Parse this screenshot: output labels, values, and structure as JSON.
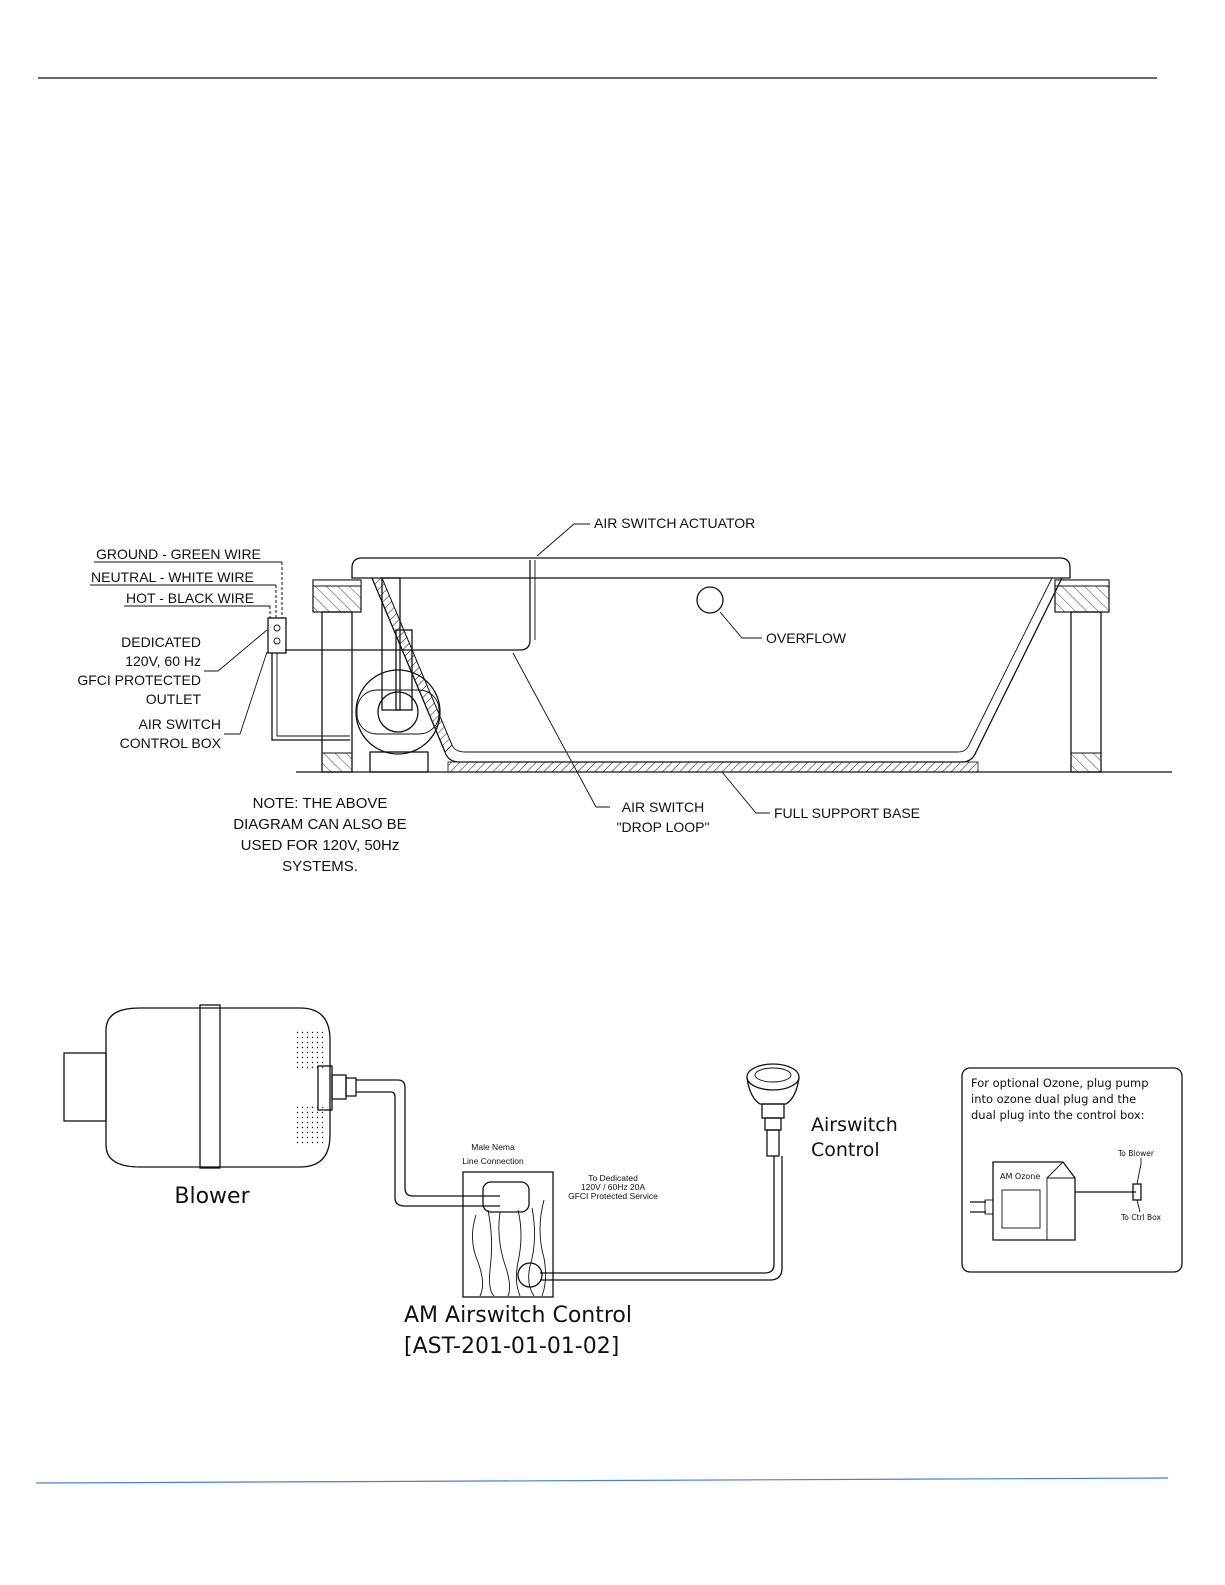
{
  "tub_diagram": {
    "labels": {
      "ground": "GROUND - GREEN WIRE",
      "neutral": "NEUTRAL - WHITE WIRE",
      "hot": "HOT - BLACK WIRE",
      "outlet": [
        "DEDICATED",
        "120V, 60 Hz",
        "GFCI PROTECTED",
        "OUTLET"
      ],
      "control_box": [
        "AIR SWITCH",
        "CONTROL BOX"
      ],
      "actuator": "AIR SWITCH ACTUATOR",
      "overflow": "OVERFLOW",
      "drop_loop": [
        "AIR SWITCH",
        "\"DROP LOOP\""
      ],
      "support_base": "FULL SUPPORT BASE",
      "note": [
        "NOTE: THE ABOVE",
        "DIAGRAM CAN ALSO BE",
        "USED FOR 120V, 50Hz",
        "SYSTEMS."
      ]
    }
  },
  "blower_diagram": {
    "labels": {
      "blower": "Blower",
      "male_nema": [
        "Male Nema",
        "Line Connection"
      ],
      "dedicated": [
        "To Dedicated",
        "120V / 60Hz 20A",
        "GFCI Protected Service"
      ],
      "airswitch_control": [
        "Airswitch",
        "Control"
      ],
      "am_airswitch": [
        "AM Airswitch Control",
        "[AST-201-01-01-02]"
      ]
    },
    "ozone_box": {
      "text": [
        "For optional Ozone, plug pump",
        "into ozone dual plug and the",
        "dual plug into the control box:"
      ],
      "am_ozone": "AM Ozone",
      "to_blower": "To Blower",
      "to_ctrl_box": "To Ctrl Box"
    }
  },
  "colors": {
    "footer_rule": "#4a7fd4",
    "ink": "#111111"
  }
}
